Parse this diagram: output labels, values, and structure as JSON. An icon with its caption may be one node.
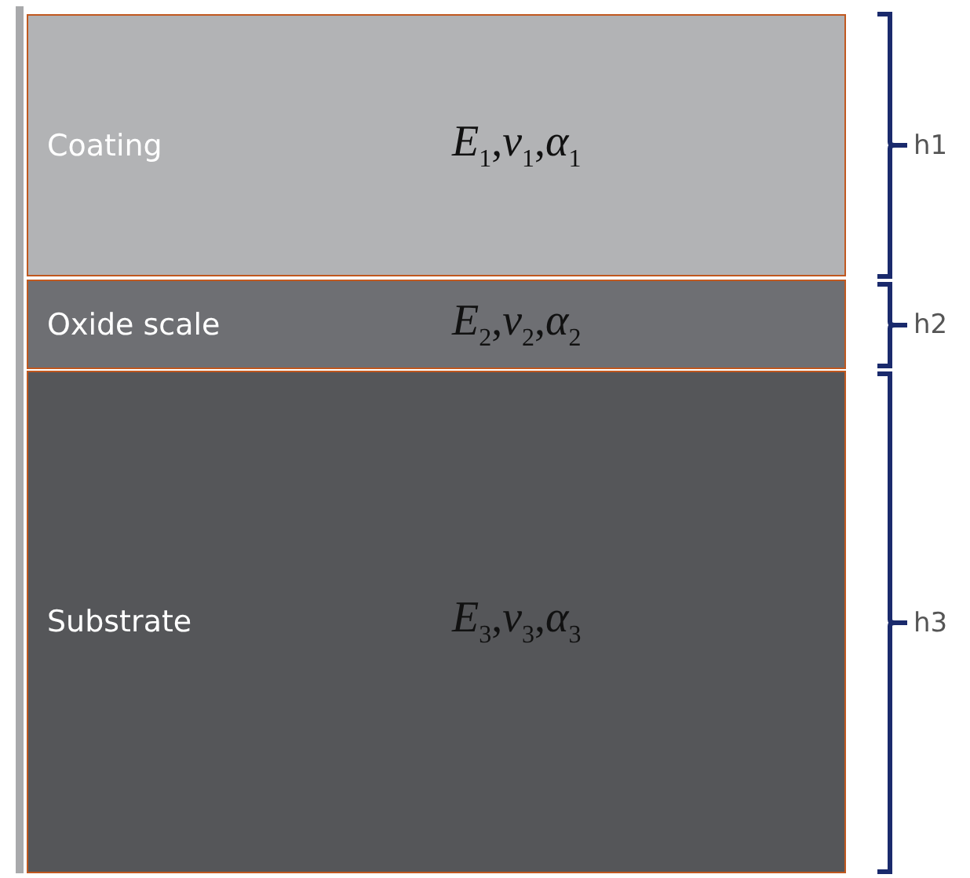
{
  "diagram": {
    "nodes": [
      {
        "text": [
          "Coating",
          "*E*$_{1}$,*v*$_{1}$,*α*$_{1}$"
        ]
      },
      {
        "text": [
          "Oxide scale",
          "*E*$_{2}$,*v*$_{2}$,*α*$_{2}$"
        ]
      },
      {
        "text": [
          "Substrate",
          "*E*$_{3}$,*v*$_{3}$,*α*$_{3}$"
        ]
      }
    ],
    "labels": [
      "h1",
      "h2",
      "h3"
    ]
  }
}
